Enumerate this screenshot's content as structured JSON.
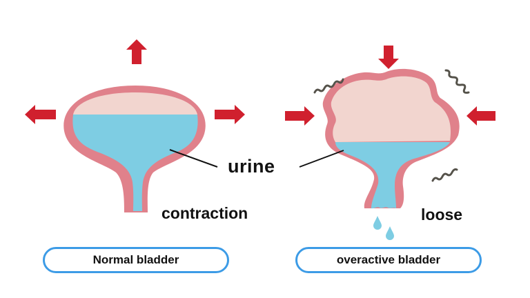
{
  "labels": {
    "urine": "urine",
    "contraction": "contraction",
    "loose": "loose"
  },
  "captions": {
    "normal": "Normal bladder",
    "overactive": "overactive bladder"
  },
  "colors": {
    "bladder_wall": "#e0818b",
    "bladder_empty": "#f2d5cf",
    "urine": "#7ecde3",
    "arrow": "#d0202e",
    "squiggle": "#55524a",
    "pill_border": "#3c9be6",
    "text": "#111111"
  }
}
